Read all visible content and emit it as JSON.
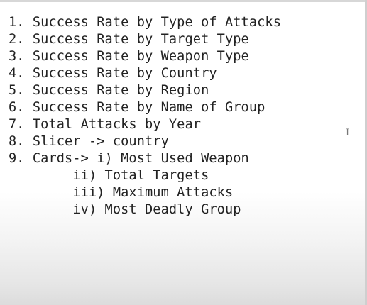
{
  "lines": [
    "1. Success Rate by Type of Attacks",
    "2. Success Rate by Target Type",
    "3. Success Rate by Weapon Type",
    "4. Success Rate by Country",
    "5. Success Rate by Region",
    "6. Success Rate by Name of Group",
    "7. Total Attacks by Year",
    "8. Slicer -> country",
    "9. Cards-> i) Most Used Weapon",
    "        ii) Total Targets",
    "        iii) Maximum Attacks",
    "        iv) Most Deadly Group"
  ],
  "cursor": {
    "icon": "text-cursor-icon",
    "glyph": "I"
  }
}
